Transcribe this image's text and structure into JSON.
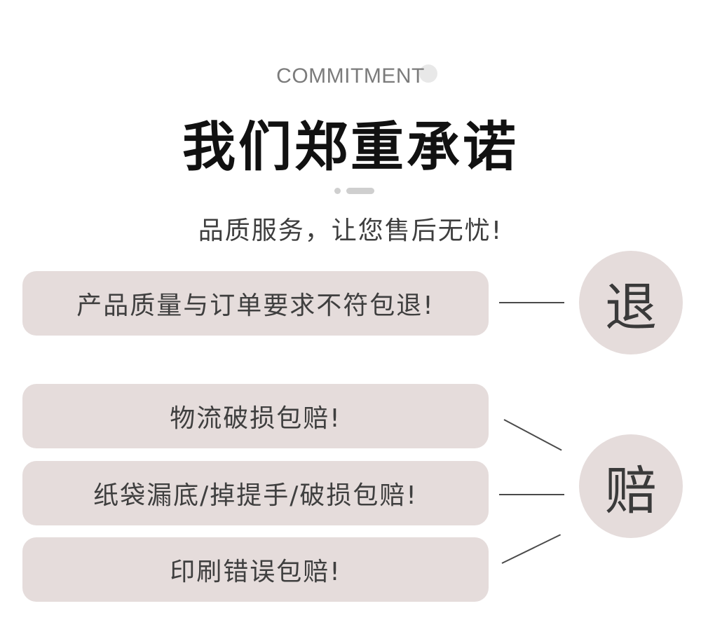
{
  "header": {
    "eyebrow": "COMMITMENT",
    "title": "我们郑重承诺",
    "subtitle": "品质服务，让您售后无忧!"
  },
  "return_group": {
    "circle_label": "退",
    "items": [
      "产品质量与订单要求不符包退!"
    ]
  },
  "compensation_group": {
    "circle_label": "赔",
    "items": [
      "物流破损包赔!",
      "纸袋漏底/掉提手/破损包赔!",
      "印刷错误包赔!"
    ]
  },
  "colors": {
    "card_background": "#e5dcdb",
    "circle_background": "#e5dcdb",
    "title_text": "#111111",
    "body_text": "#3f3f3f",
    "muted_text": "#7b7b7b"
  }
}
